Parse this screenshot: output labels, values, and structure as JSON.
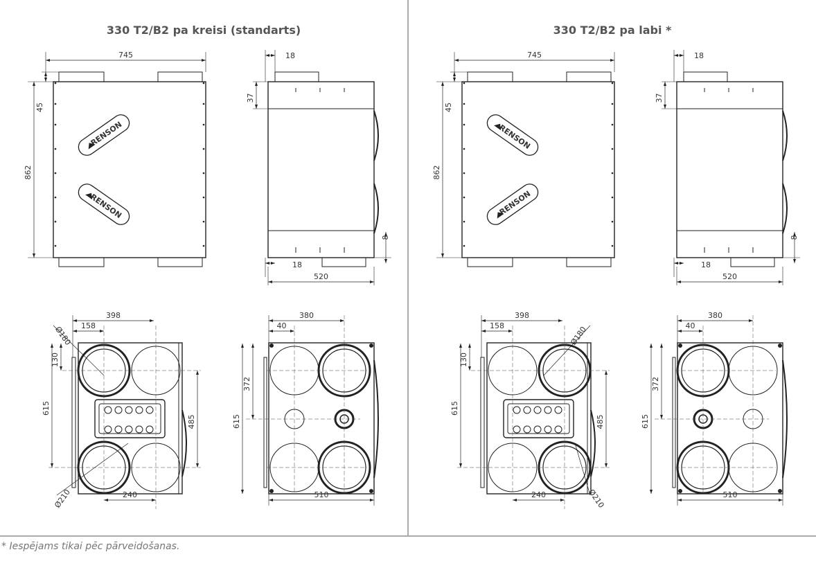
{
  "panels": [
    {
      "title": "330 T2/B2 pa kreisi (standarts)",
      "mirror": false,
      "logo": "RENSON"
    },
    {
      "title": "330 T2/B2 pa labi *",
      "mirror": true,
      "logo": "RENSON"
    }
  ],
  "dims": {
    "front_width": "745",
    "front_top": "45",
    "front_height": "862",
    "side_top": "18",
    "side_offset": "37",
    "side_right": "8",
    "side_bottom": "18",
    "side_width": "520",
    "bottom_span": "398",
    "bottom_offset": "158",
    "bottom_top": "130",
    "bottom_height": "615",
    "bottom_spacing": "485",
    "bottom_gap": "240",
    "dia_top": "Ø180",
    "dia_bottom": "Ø210",
    "rear_span": "380",
    "rear_offset": "40",
    "rear_mid": "372",
    "rear_height": "615",
    "rear_width": "510"
  },
  "footnote": "* Iespējams tikai pēc pārveidošanas."
}
